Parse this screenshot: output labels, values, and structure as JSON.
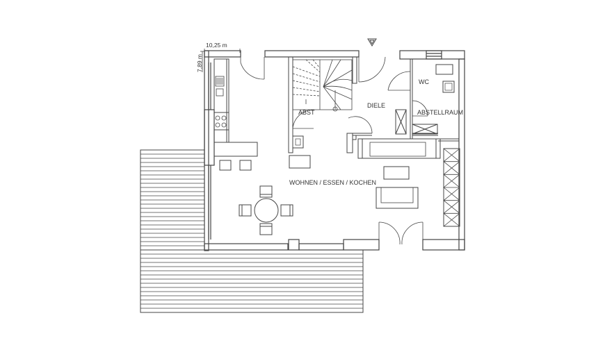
{
  "dimensions": {
    "width_label": "10,25 m",
    "depth_label": "7,89 m"
  },
  "rooms": {
    "wc": "WC",
    "abst": "ABST",
    "diele": "DIELE",
    "abstellraum": "ABSTELLRAUM",
    "living": "WOHNEN / ESSEN / KOCHEN"
  },
  "symbols": {
    "entrance": "entrance-arrow-icon"
  },
  "colors": {
    "line": "#444444",
    "background": "#ffffff"
  }
}
